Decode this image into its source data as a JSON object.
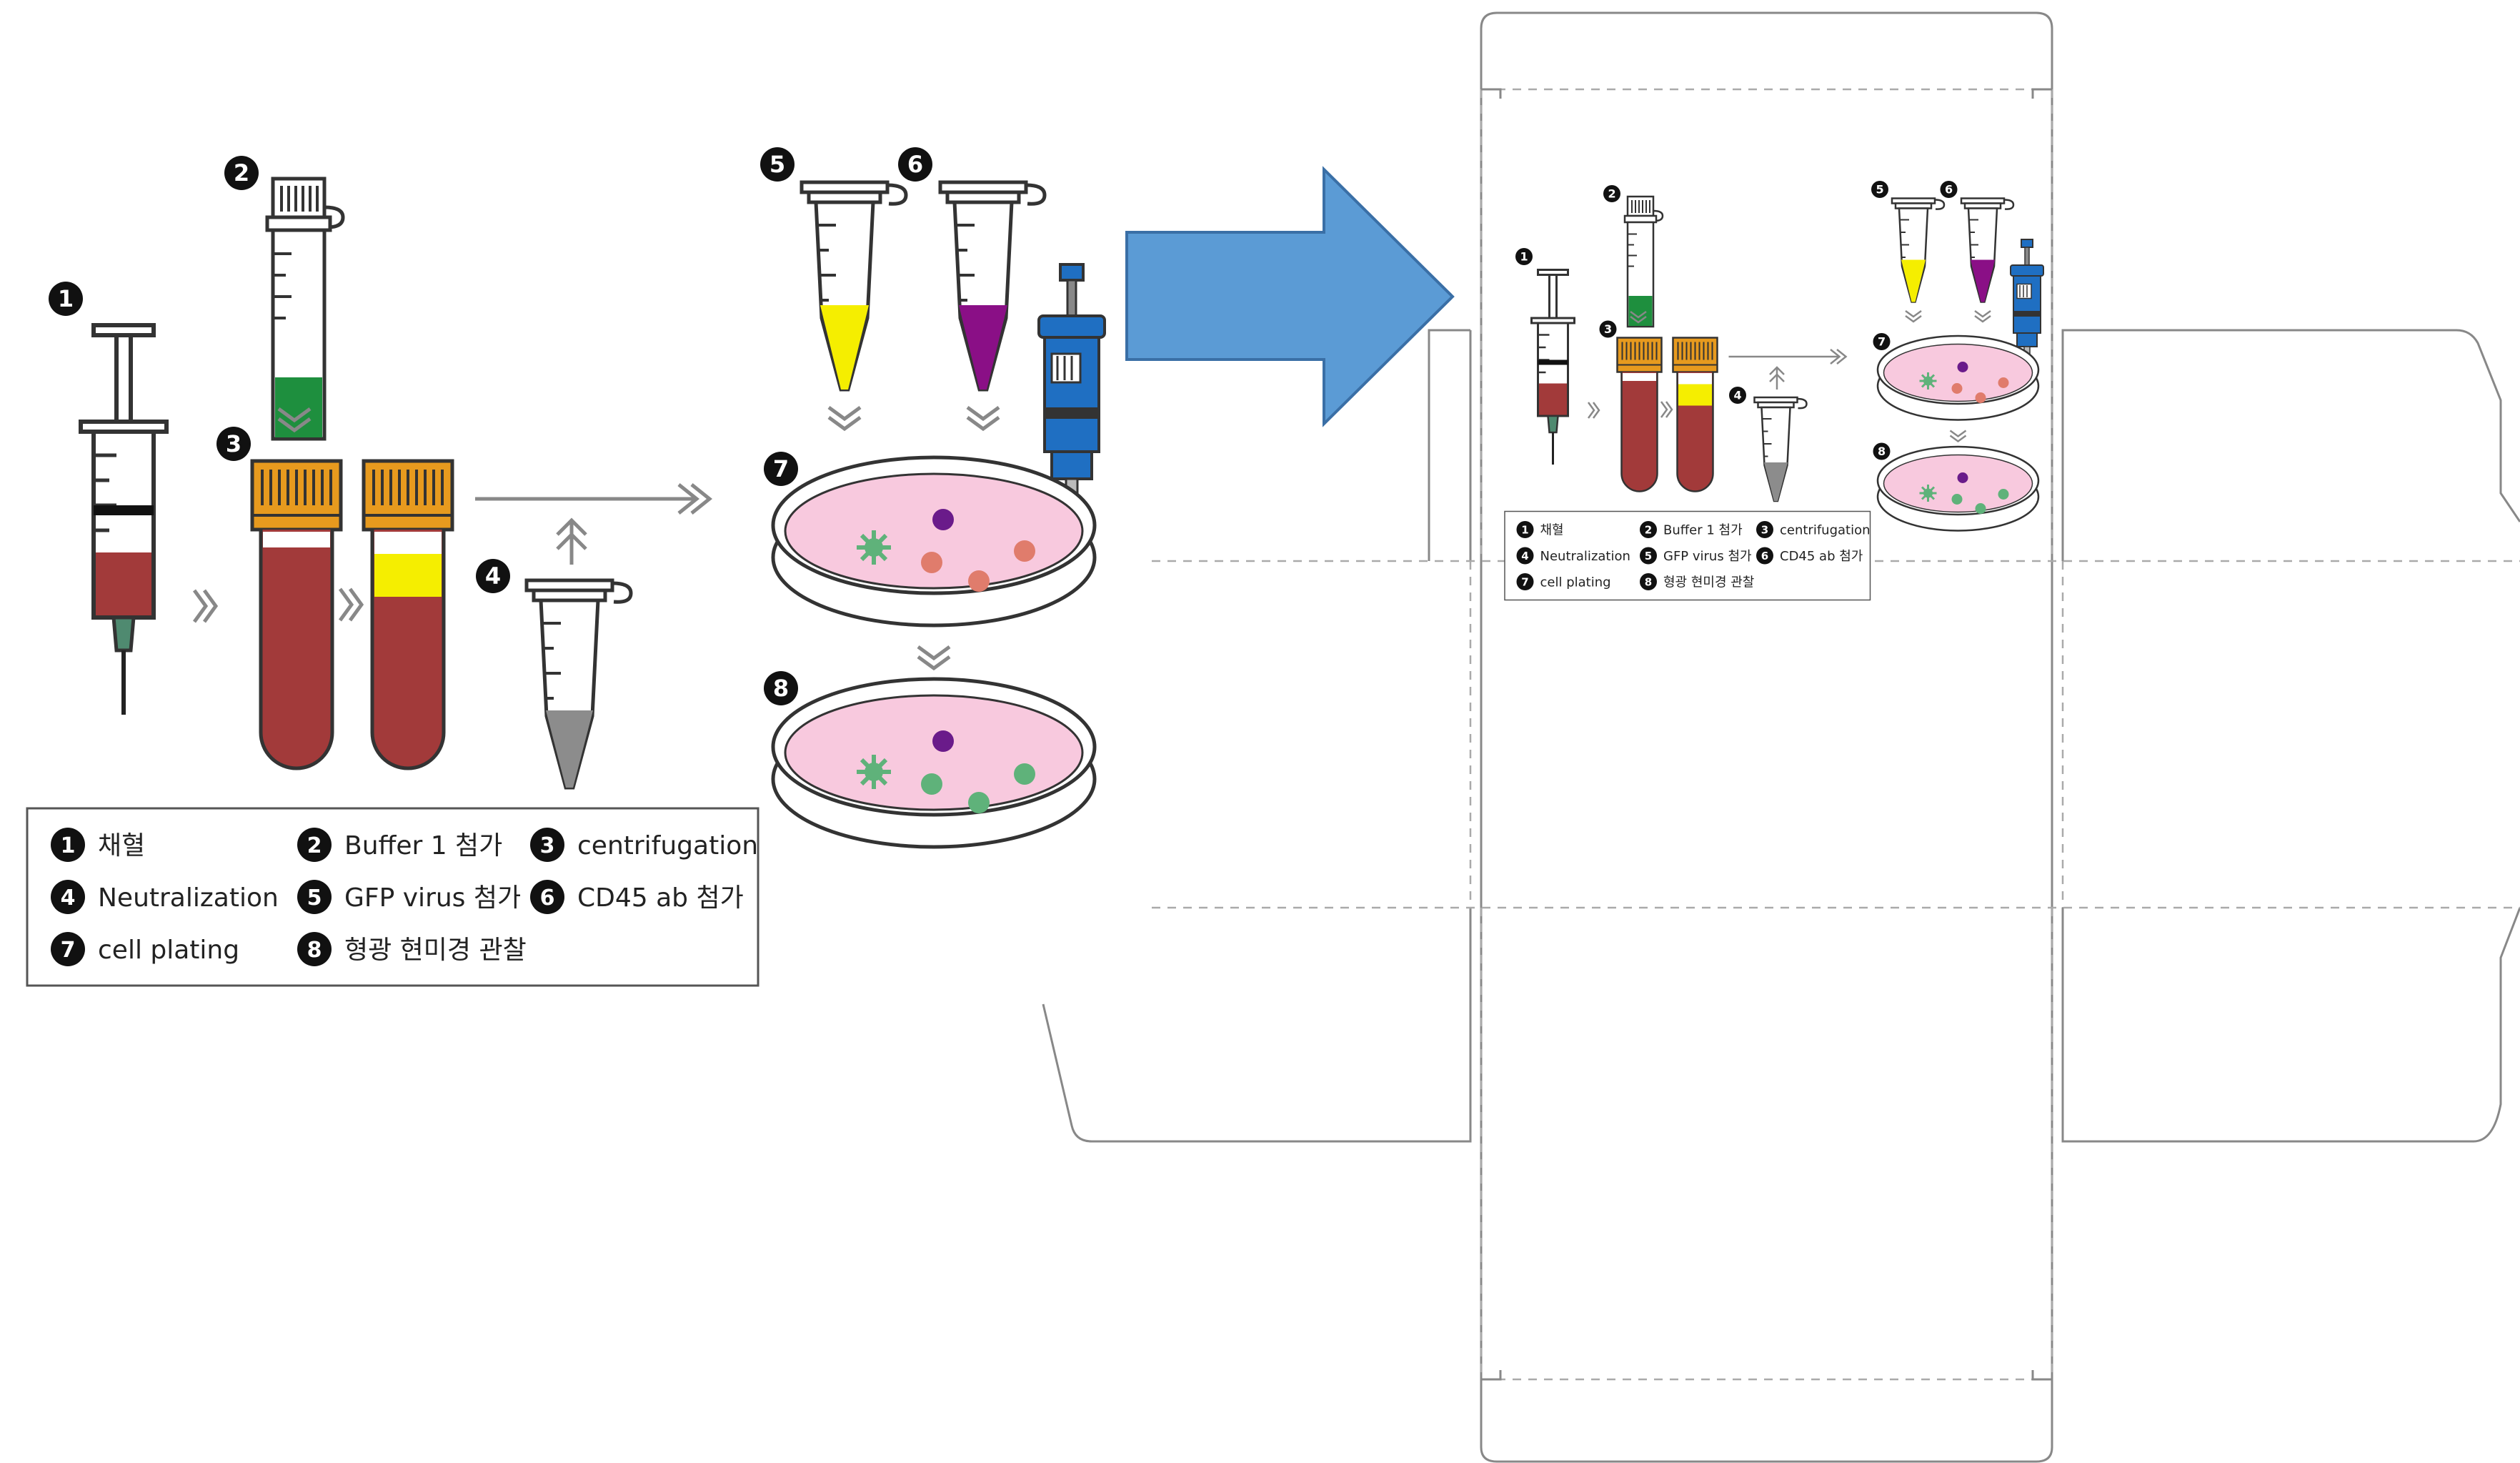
{
  "steps": [
    {
      "num": "1",
      "label": "채혈"
    },
    {
      "num": "2",
      "label": "Buffer 1 첨가"
    },
    {
      "num": "3",
      "label": "centrifugation"
    },
    {
      "num": "4",
      "label": "Neutralization"
    },
    {
      "num": "5",
      "label": "GFP virus 첨가"
    },
    {
      "num": "6",
      "label": "CD45 ab 첨가"
    },
    {
      "num": "7",
      "label": "cell plating"
    },
    {
      "num": "8",
      "label": "형광 현미경 관찰"
    }
  ],
  "colors": {
    "blood": "#a23a3a",
    "buffer_green": "#1e8f3e",
    "gfp_yellow": "#f5ee00",
    "cd45_purple": "#8a0f86",
    "neutral_gray": "#8c8c8c",
    "cap_orange": "#e79a1e",
    "dish_pink": "#f8c9de",
    "arrow_blue": "#5b9bd5",
    "pipette_blue": "#1f6fc2"
  },
  "icons": [
    "syringe-icon",
    "tube-icon",
    "microtube-icon",
    "petri-dish-icon",
    "pipette-icon",
    "arrow-right-icon",
    "box-dieline-icon"
  ]
}
